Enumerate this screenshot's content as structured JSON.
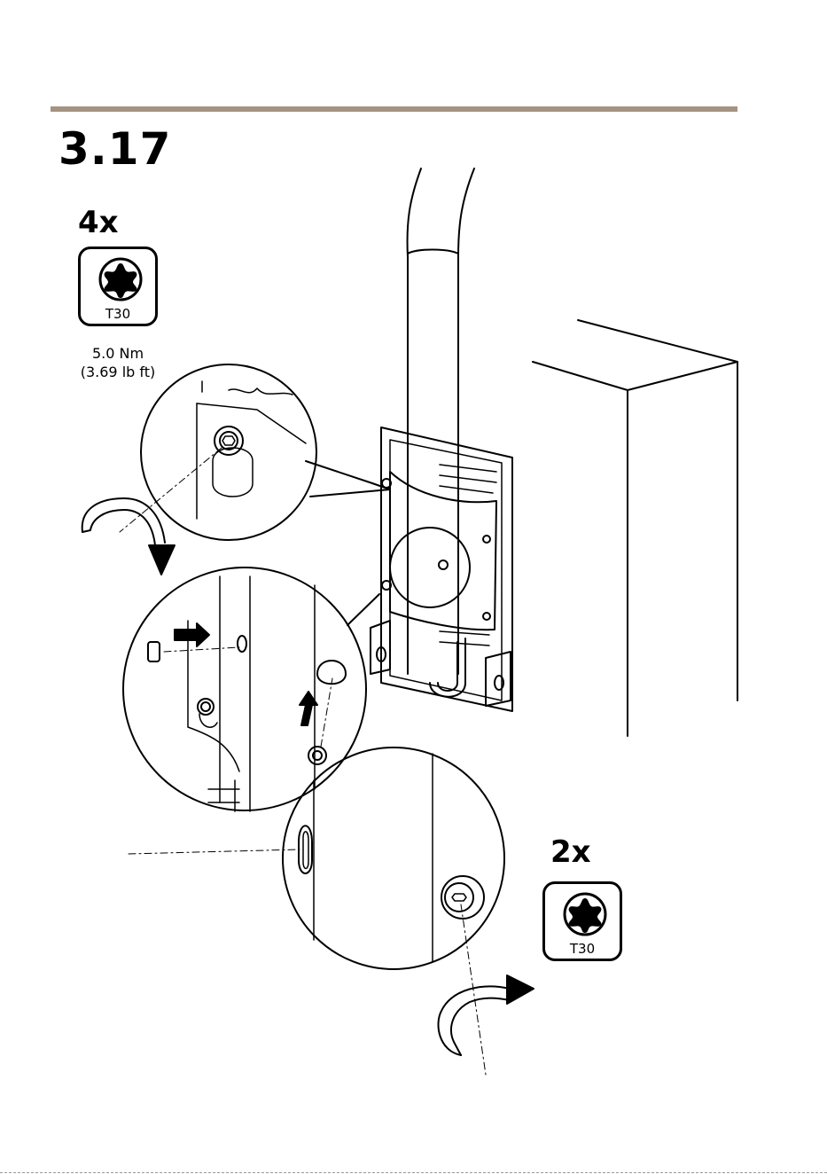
{
  "step": {
    "number": "3.17"
  },
  "tool_top": {
    "quantity": "4x",
    "bit": "T30",
    "icon": "torx-icon"
  },
  "torque": {
    "metric": "5.0 Nm",
    "imperial": "(3.69 lb ft)"
  },
  "tool_bottom": {
    "quantity": "2x",
    "bit": "T30",
    "icon": "torx-icon"
  },
  "colors": {
    "rule": "#a39382",
    "line": "#000000"
  }
}
